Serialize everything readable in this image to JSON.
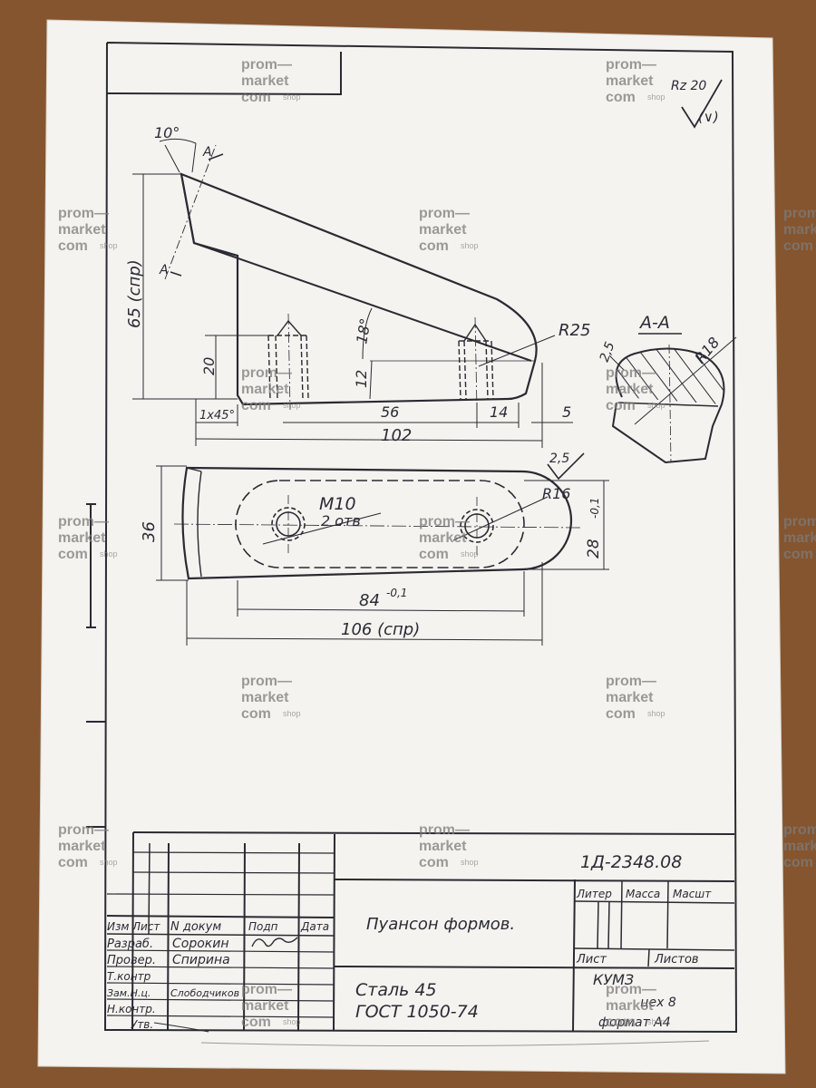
{
  "drawing": {
    "designation": "1Д-2348.08",
    "title": "Пуансон формов.",
    "material_line1": "Сталь 45",
    "material_line2": "ГОСТ 1050-74",
    "company": "КУМЗ",
    "shop": "цех 8",
    "format": "формат А4",
    "roughness": "Rz 20",
    "roughness_sub": "(∨)"
  },
  "title_block": {
    "header": [
      "Изм",
      "Лист",
      "N докум",
      "Подп",
      "Дата"
    ],
    "roles": [
      "Разраб.",
      "Провер.",
      "Т.контр",
      "Зам.Н.ц.",
      "Н.контр.",
      "Утв."
    ],
    "names": [
      "Сорокин",
      "Спирина",
      "",
      "Слободчиков",
      "",
      ""
    ],
    "litera": "Литер",
    "mass": "Масса",
    "scale": "Масшт",
    "sheet": "Лист",
    "sheets": "Листов"
  },
  "dimensions": {
    "angle_10": "10°",
    "section_mark": "А",
    "height_65": "65 (спр)",
    "height_20": "20",
    "angle_18": "18°",
    "height_12": "12",
    "radius_25": "R25",
    "chamfer": "1x45°",
    "len_56": "56",
    "len_14": "14",
    "len_5": "5",
    "len_102": "102",
    "section_title": "А-А",
    "section_25": "2,5",
    "section_r18": "R18",
    "rough_25": "2,5",
    "radius_16": "R16",
    "thread": "M10",
    "holes": "2 отв",
    "width_36": "36",
    "width_28": "28",
    "width_28_tol": "-0,1",
    "len_84": "84",
    "len_84_tol": "-0,1",
    "len_106": "106 (спр)"
  },
  "watermark": {
    "l1": "prom—",
    "l2": "market",
    "l3": "com",
    "l4": "shop"
  }
}
